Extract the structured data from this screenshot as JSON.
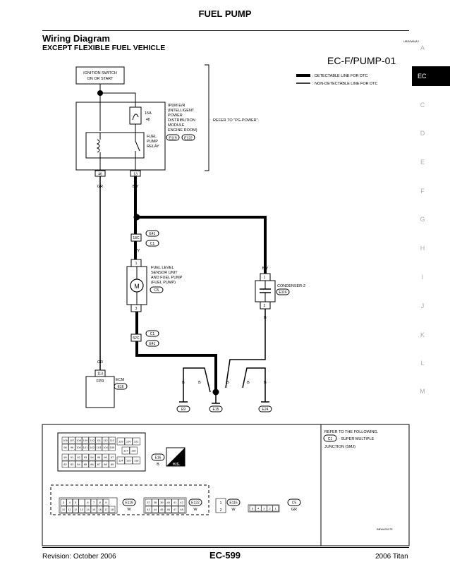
{
  "page": {
    "title": "FUEL PUMP",
    "heading": "Wiring Diagram",
    "subheading": "EXCEPT FLEXIBLE FUEL VEHICLE",
    "image_code": "UBS0WNAJ",
    "sheet_id": "EC-F/PUMP-01",
    "figure_code": "BBWA3117E"
  },
  "side_index": {
    "letters": [
      "A",
      "EC",
      "C",
      "D",
      "E",
      "F",
      "G",
      "H",
      "I",
      "J",
      "K",
      "L",
      "M"
    ],
    "active": "EC"
  },
  "legend": {
    "detectable": ": DETECTABLE LINE FOR DTC",
    "non_detectable": ": NON-DETECTABLE LINE FOR DTC"
  },
  "components": {
    "ignition": [
      "IGNITION SWITCH",
      "ON OR START"
    ],
    "ipdm": [
      "IPDM E/R",
      "(INTELLIGENT",
      "POWER",
      "DISTRIBUTION",
      "MODULE",
      "ENGINE ROOM)"
    ],
    "ipdm_conn1": "E119",
    "ipdm_conn2": "E122",
    "refer_power": "REFER TO \"PG-POWER\".",
    "fuse_amp": "15A",
    "fuse_num": "48",
    "relay": [
      "FUEL",
      "PUMP",
      "RELAY"
    ],
    "pin46": "46",
    "pin13": "13",
    "wire_gr": "GR",
    "wire_by": "B/Y",
    "wire_b": "B",
    "e41": "E41",
    "c1": "C1",
    "pin18c": "18C",
    "pin52c": "52C",
    "pump": [
      "FUEL LEVEL",
      "SENSOR UNIT",
      "AND FUEL PUMP",
      "(FUEL PUMP)"
    ],
    "c5": "C5",
    "pin1": "1",
    "pin3": "3",
    "pin2": "2",
    "motor": "M",
    "condenser": "CONDENSER-2",
    "e116": "E116",
    "pin113": "113",
    "fpr": "FPR",
    "ecm": "ECM",
    "e16": "E16",
    "gnd_e9": "E9",
    "gnd_e15": "E15",
    "gnd_e24": "E24"
  },
  "connectors": {
    "refer_note": [
      "REFER TO THE FOLLOWING.",
      "- SUPER MULTIPLE",
      "JUNCTION (SMJ)"
    ],
    "refer_c1": "C1",
    "ecm_rows": [
      [
        "106",
        "107",
        "108",
        "109",
        "110",
        "111",
        "112",
        "113"
      ],
      [
        "98",
        "99",
        "100",
        "101",
        "102",
        "103",
        "104",
        "105"
      ],
      [
        "90",
        "91",
        "92",
        "93",
        "94",
        "95",
        "96",
        "97"
      ],
      [
        "82",
        "83",
        "84",
        "85",
        "86",
        "87",
        "88",
        "89"
      ]
    ],
    "ecm_right": [
      [
        "119",
        "120",
        "121"
      ],
      [
        "117",
        "118"
      ],
      [
        "114",
        "115",
        "116"
      ]
    ],
    "ecm_conn": "E16",
    "ecm_color": "B",
    "hs": "H.S.",
    "e119_rows": [
      [
        "3",
        "4",
        "5",
        "",
        "6",
        "7",
        "8",
        "9"
      ],
      [
        "10",
        "11",
        "12",
        "13",
        "14",
        "15",
        "16",
        "17",
        "18"
      ]
    ],
    "e119_conn": "E119",
    "e119_color": "W",
    "e122_rows": [
      [
        "37",
        "38",
        "39",
        "40",
        "41",
        "42"
      ],
      [
        "43",
        "44",
        "45",
        "46",
        "47",
        "48"
      ]
    ],
    "e122_conn": "E122",
    "e122_color": "W",
    "e116_pins": [
      "1",
      "2"
    ],
    "e116_conn": "E116",
    "e116_color": "W",
    "c5_pins": [
      "5",
      "4",
      "3",
      "2",
      "1"
    ],
    "c5_conn": "C5",
    "c5_color": "GR"
  },
  "footer": {
    "revision": "Revision: October 2006",
    "page_number": "EC-599",
    "model": "2006 Titan"
  }
}
